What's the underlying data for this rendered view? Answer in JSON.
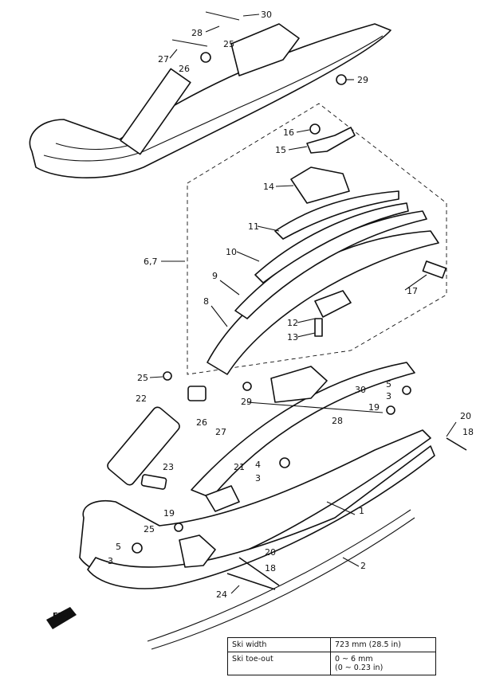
{
  "callouts": [
    "30",
    "28",
    "27",
    "25",
    "26",
    "29",
    "16",
    "15",
    "14",
    "11",
    "10",
    "6,7",
    "9",
    "8",
    "17",
    "12",
    "13",
    "25",
    "29",
    "22",
    "30",
    "5",
    "3",
    "28",
    "19",
    "20",
    "18",
    "26",
    "27",
    "4",
    "3",
    "21",
    "23",
    "1",
    "19",
    "25",
    "5",
    "3",
    "20",
    "18",
    "24",
    "2"
  ],
  "direction_mark": "FWD",
  "spec_table": {
    "rows": [
      {
        "label": "Ski width",
        "value": "723 mm (28.5 in)"
      },
      {
        "label": "Ski toe-out",
        "value": "0 ~ 6 mm",
        "value2": "(0 ~ 0.23 in)"
      }
    ]
  }
}
